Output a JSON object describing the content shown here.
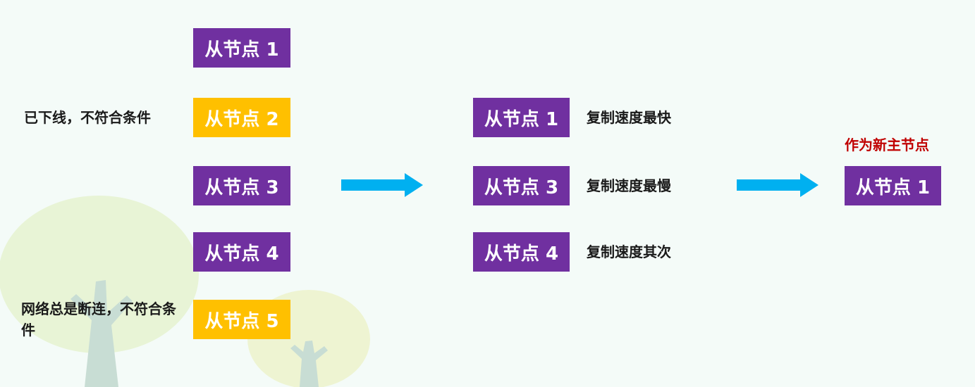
{
  "colors": {
    "active": "#7030a0",
    "excluded": "#ffc000",
    "arrow": "#00b0f0",
    "highlight": "#c00000"
  },
  "icons": {
    "flow_arrow": "right-arrow-icon"
  },
  "left_column": {
    "nodes": [
      {
        "label": "从节点 1",
        "state": "active"
      },
      {
        "label": "从节点 2",
        "state": "excluded",
        "note": "已下线，不符合条件"
      },
      {
        "label": "从节点 3",
        "state": "active"
      },
      {
        "label": "从节点 4",
        "state": "active"
      },
      {
        "label": "从节点 5",
        "state": "excluded",
        "note": "网络总是断连，不符合条件"
      }
    ]
  },
  "middle_column": {
    "nodes": [
      {
        "label": "从节点 1",
        "note": "复制速度最快"
      },
      {
        "label": "从节点 3",
        "note": "复制速度最慢"
      },
      {
        "label": "从节点 4",
        "note": "复制速度其次"
      }
    ]
  },
  "result": {
    "caption": "作为新主节点",
    "node": {
      "label": "从节点 1"
    }
  }
}
